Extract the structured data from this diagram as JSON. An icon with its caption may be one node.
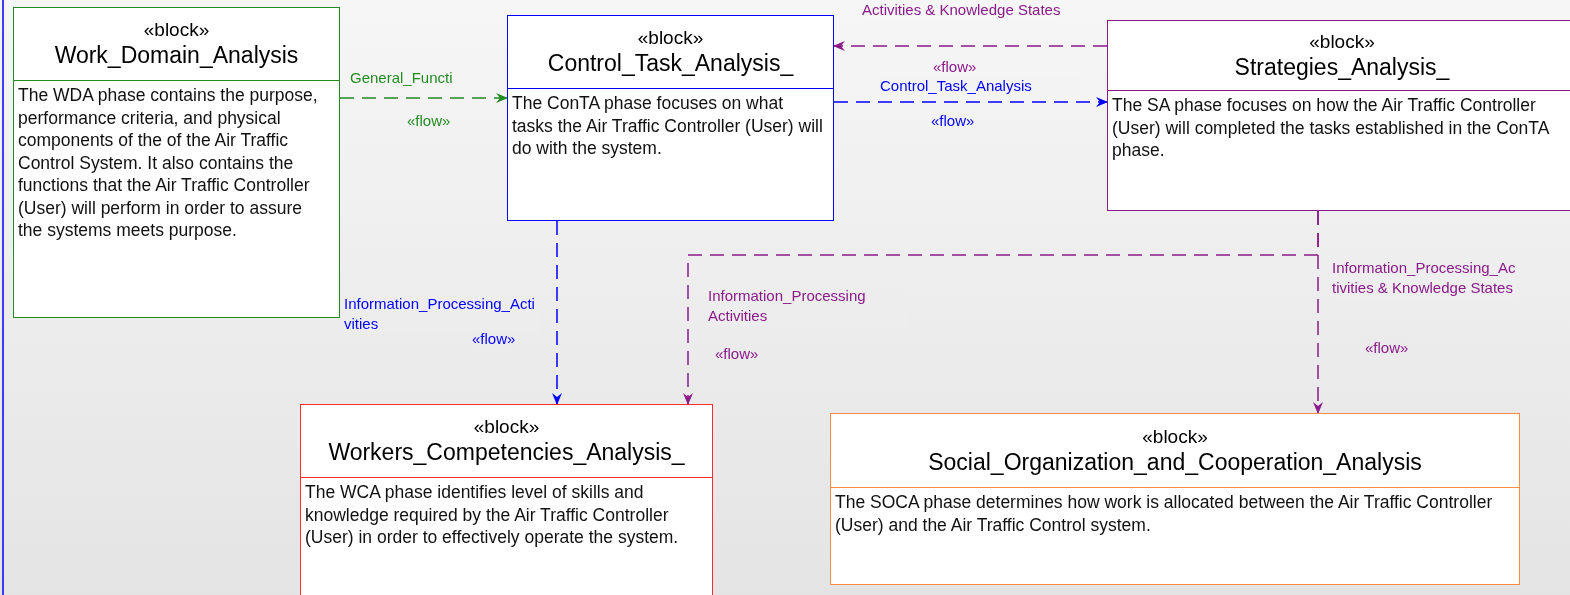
{
  "diagram": {
    "nodes": [
      {
        "text": [
          "«block»",
          "Work_Domain_Analysis",
          "The WDA phase contains the purpose, performance criteria, and physical components of the of the Air Traffic Control System. It also contains the functions that the Air Traffic Controller (User) will perform in order to assure the systems meets purpose."
        ]
      },
      {
        "text": [
          "«block»",
          "Control_Task_Analysis_",
          "The ConTA phase focuses on what tasks the Air Traffic Controller (User) will do with the system."
        ]
      },
      {
        "text": [
          "«block»",
          "Strategies_Analysis_",
          "The SA phase focuses on how the Air Traffic Controller (User) will completed the tasks established in the ConTA phase."
        ]
      },
      {
        "text": [
          "«block»",
          "Workers_Competencies_Analysis_",
          "The WCA phase identifies level of skills and knowledge required by the Air Traffic Controller (User) in order to effectively operate the system."
        ]
      },
      {
        "text": [
          "«block»",
          "Social_Organization_and_Cooperation_Analysis",
          "The SOCA phase determines how work is allocated between the Air Traffic Controller (User) and the Air Traffic Control system."
        ]
      }
    ],
    "edges": [
      {
        "from": 0,
        "to": 1,
        "arrow": "to",
        "label": "General_Functi",
        "style": "dashed",
        "color": "#228b22"
      },
      {
        "from": 2,
        "to": 1,
        "arrow": "to",
        "label": "Activities & Knowledge States",
        "style": "dashed"
      },
      {
        "from": 1,
        "to": 2,
        "arrow": "to",
        "label": "Control_Task_Analysis",
        "style": "dashed",
        "color": "#0000ff"
      },
      {
        "from": 1,
        "to": 3,
        "arrow": "to",
        "label": "Information_Processing_Activities",
        "style": "dashed",
        "color": "#0000ff"
      },
      {
        "from": 2,
        "to": 3,
        "arrow": "to",
        "label": "Information_Processing Activities",
        "style": "dashed"
      },
      {
        "from": 2,
        "to": 4,
        "arrow": "to",
        "label": "Information_Processing_Activities & Knowledge States",
        "style": "dashed"
      }
    ],
    "labels": [
      "«flow»",
      "«flow»",
      "«flow»",
      "«flow»",
      "«flow»",
      "«flow»"
    ]
  }
}
